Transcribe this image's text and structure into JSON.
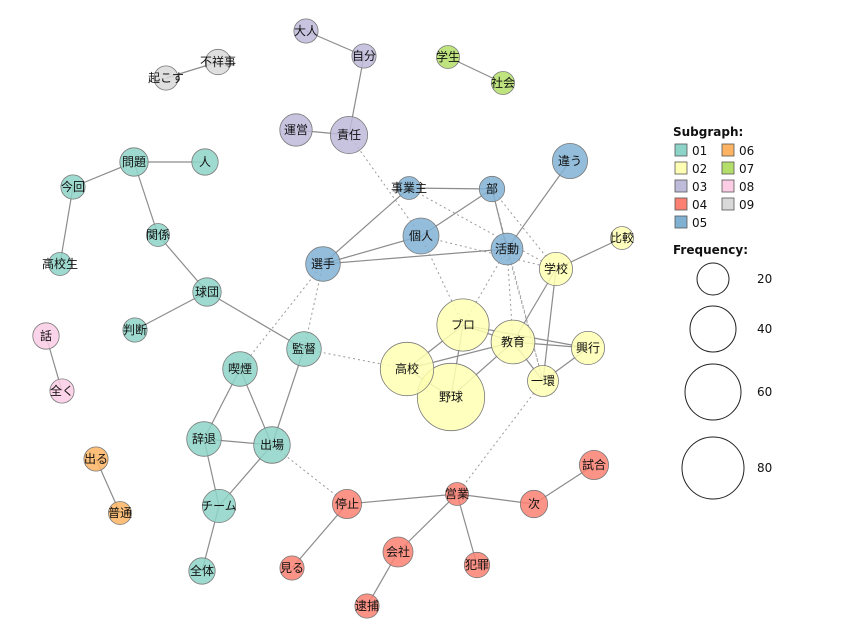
{
  "legend": {
    "subgraph_title": "Subgraph:",
    "frequency_title": "Frequency:",
    "subgraphs": [
      {
        "id": "01",
        "color": "#8dd3c7"
      },
      {
        "id": "02",
        "color": "#ffffb3"
      },
      {
        "id": "03",
        "color": "#bebada"
      },
      {
        "id": "04",
        "color": "#fb8072"
      },
      {
        "id": "05",
        "color": "#80b1d3"
      },
      {
        "id": "06",
        "color": "#fdb462"
      },
      {
        "id": "07",
        "color": "#b3de69"
      },
      {
        "id": "08",
        "color": "#fccde5"
      },
      {
        "id": "09",
        "color": "#d9d9d9"
      }
    ],
    "frequencies": [
      20,
      40,
      60,
      80
    ]
  },
  "nodes": [
    {
      "id": "大人",
      "group": "03",
      "freq": 6
    },
    {
      "id": "自分",
      "group": "03",
      "freq": 6
    },
    {
      "id": "運営",
      "group": "03",
      "freq": 15
    },
    {
      "id": "責任",
      "group": "03",
      "freq": 22
    },
    {
      "id": "不祥事",
      "group": "09",
      "freq": 7
    },
    {
      "id": "起こす",
      "group": "09",
      "freq": 6
    },
    {
      "id": "学生",
      "group": "07",
      "freq": 5
    },
    {
      "id": "社会",
      "group": "07",
      "freq": 5
    },
    {
      "id": "問題",
      "group": "01",
      "freq": 10
    },
    {
      "id": "人",
      "group": "01",
      "freq": 8
    },
    {
      "id": "今回",
      "group": "01",
      "freq": 6
    },
    {
      "id": "関係",
      "group": "01",
      "freq": 5
    },
    {
      "id": "高校生",
      "group": "01",
      "freq": 5
    },
    {
      "id": "球団",
      "group": "01",
      "freq": 10
    },
    {
      "id": "判断",
      "group": "01",
      "freq": 6
    },
    {
      "id": "監督",
      "group": "01",
      "freq": 18
    },
    {
      "id": "喫煙",
      "group": "01",
      "freq": 18
    },
    {
      "id": "辞退",
      "group": "01",
      "freq": 18
    },
    {
      "id": "出場",
      "group": "01",
      "freq": 21
    },
    {
      "id": "チーム",
      "group": "01",
      "freq": 16
    },
    {
      "id": "全体",
      "group": "01",
      "freq": 8
    },
    {
      "id": "話",
      "group": "08",
      "freq": 8
    },
    {
      "id": "全く",
      "group": "08",
      "freq": 6
    },
    {
      "id": "出る",
      "group": "06",
      "freq": 6
    },
    {
      "id": "普通",
      "group": "06",
      "freq": 5
    },
    {
      "id": "事業主",
      "group": "05",
      "freq": 5
    },
    {
      "id": "部",
      "group": "05",
      "freq": 7
    },
    {
      "id": "違う",
      "group": "05",
      "freq": 19
    },
    {
      "id": "個人",
      "group": "05",
      "freq": 20
    },
    {
      "id": "活動",
      "group": "05",
      "freq": 14
    },
    {
      "id": "選手",
      "group": "05",
      "freq": 18
    },
    {
      "id": "比較",
      "group": "02",
      "freq": 5
    },
    {
      "id": "学校",
      "group": "02",
      "freq": 16
    },
    {
      "id": "プロ",
      "group": "02",
      "freq": 53
    },
    {
      "id": "教育",
      "group": "02",
      "freq": 34
    },
    {
      "id": "興行",
      "group": "02",
      "freq": 16
    },
    {
      "id": "高校",
      "group": "02",
      "freq": 56
    },
    {
      "id": "一環",
      "group": "02",
      "freq": 13
    },
    {
      "id": "野球",
      "group": "02",
      "freq": 98
    },
    {
      "id": "試合",
      "group": "04",
      "freq": 11
    },
    {
      "id": "営業",
      "group": "04",
      "freq": 5
    },
    {
      "id": "次",
      "group": "04",
      "freq": 9
    },
    {
      "id": "停止",
      "group": "04",
      "freq": 11
    },
    {
      "id": "会社",
      "group": "04",
      "freq": 12
    },
    {
      "id": "見る",
      "group": "04",
      "freq": 6
    },
    {
      "id": "犯罪",
      "group": "04",
      "freq": 7
    },
    {
      "id": "逮捕",
      "group": "04",
      "freq": 6
    }
  ],
  "edges": [
    {
      "source": "大人",
      "target": "自分",
      "style": "solid"
    },
    {
      "source": "自分",
      "target": "責任",
      "style": "solid"
    },
    {
      "source": "運営",
      "target": "責任",
      "style": "solid"
    },
    {
      "source": "不祥事",
      "target": "起こす",
      "style": "solid"
    },
    {
      "source": "学生",
      "target": "社会",
      "style": "solid"
    },
    {
      "source": "問題",
      "target": "人",
      "style": "solid"
    },
    {
      "source": "問題",
      "target": "今回",
      "style": "solid"
    },
    {
      "source": "問題",
      "target": "関係",
      "style": "solid"
    },
    {
      "source": "今回",
      "target": "高校生",
      "style": "solid"
    },
    {
      "source": "関係",
      "target": "球団",
      "style": "solid"
    },
    {
      "source": "球団",
      "target": "判断",
      "style": "solid"
    },
    {
      "source": "球団",
      "target": "監督",
      "style": "solid"
    },
    {
      "source": "監督",
      "target": "出場",
      "style": "solid"
    },
    {
      "source": "喫煙",
      "target": "辞退",
      "style": "solid"
    },
    {
      "source": "喫煙",
      "target": "出場",
      "style": "solid"
    },
    {
      "source": "辞退",
      "target": "出場",
      "style": "solid"
    },
    {
      "source": "辞退",
      "target": "チーム",
      "style": "solid"
    },
    {
      "source": "出場",
      "target": "チーム",
      "style": "solid"
    },
    {
      "source": "チーム",
      "target": "全体",
      "style": "solid"
    },
    {
      "source": "話",
      "target": "全く",
      "style": "solid"
    },
    {
      "source": "出る",
      "target": "普通",
      "style": "solid"
    },
    {
      "source": "事業主",
      "target": "部",
      "style": "solid"
    },
    {
      "source": "事業主",
      "target": "選手",
      "style": "solid"
    },
    {
      "source": "部",
      "target": "個人",
      "style": "solid"
    },
    {
      "source": "部",
      "target": "活動",
      "style": "solid"
    },
    {
      "source": "個人",
      "target": "選手",
      "style": "solid"
    },
    {
      "source": "選手",
      "target": "活動",
      "style": "solid"
    },
    {
      "source": "活動",
      "target": "違う",
      "style": "solid"
    },
    {
      "source": "学校",
      "target": "比較",
      "style": "solid"
    },
    {
      "source": "学校",
      "target": "教育",
      "style": "solid"
    },
    {
      "source": "学校",
      "target": "一環",
      "style": "solid"
    },
    {
      "source": "プロ",
      "target": "高校",
      "style": "solid"
    },
    {
      "source": "プロ",
      "target": "野球",
      "style": "solid"
    },
    {
      "source": "プロ",
      "target": "教育",
      "style": "solid"
    },
    {
      "source": "プロ",
      "target": "興行",
      "style": "solid"
    },
    {
      "source": "教育",
      "target": "高校",
      "style": "solid"
    },
    {
      "source": "教育",
      "target": "野球",
      "style": "solid"
    },
    {
      "source": "教育",
      "target": "興行",
      "style": "solid"
    },
    {
      "source": "教育",
      "target": "一環",
      "style": "solid"
    },
    {
      "source": "興行",
      "target": "一環",
      "style": "solid"
    },
    {
      "source": "高校",
      "target": "野球",
      "style": "solid"
    },
    {
      "source": "停止",
      "target": "営業",
      "style": "solid"
    },
    {
      "source": "停止",
      "target": "見る",
      "style": "solid"
    },
    {
      "source": "営業",
      "target": "次",
      "style": "solid"
    },
    {
      "source": "営業",
      "target": "会社",
      "style": "solid"
    },
    {
      "source": "営業",
      "target": "犯罪",
      "style": "solid"
    },
    {
      "source": "次",
      "target": "試合",
      "style": "solid"
    },
    {
      "source": "会社",
      "target": "逮捕",
      "style": "solid"
    },
    {
      "source": "責任",
      "target": "個人",
      "style": "dotted"
    },
    {
      "source": "事業主",
      "target": "学校",
      "style": "dotted"
    },
    {
      "source": "部",
      "target": "学校",
      "style": "dotted"
    },
    {
      "source": "部",
      "target": "一環",
      "style": "dotted"
    },
    {
      "source": "個人",
      "target": "学校",
      "style": "dotted"
    },
    {
      "source": "個人",
      "target": "プロ",
      "style": "dotted"
    },
    {
      "source": "活動",
      "target": "プロ",
      "style": "dotted"
    },
    {
      "source": "活動",
      "target": "教育",
      "style": "dotted"
    },
    {
      "source": "活動",
      "target": "一環",
      "style": "dotted"
    },
    {
      "source": "選手",
      "target": "監督",
      "style": "dotted"
    },
    {
      "source": "選手",
      "target": "喫煙",
      "style": "dotted"
    },
    {
      "source": "監督",
      "target": "高校",
      "style": "dotted"
    },
    {
      "source": "出場",
      "target": "停止",
      "style": "dotted"
    },
    {
      "source": "一環",
      "target": "営業",
      "style": "dotted"
    }
  ]
}
